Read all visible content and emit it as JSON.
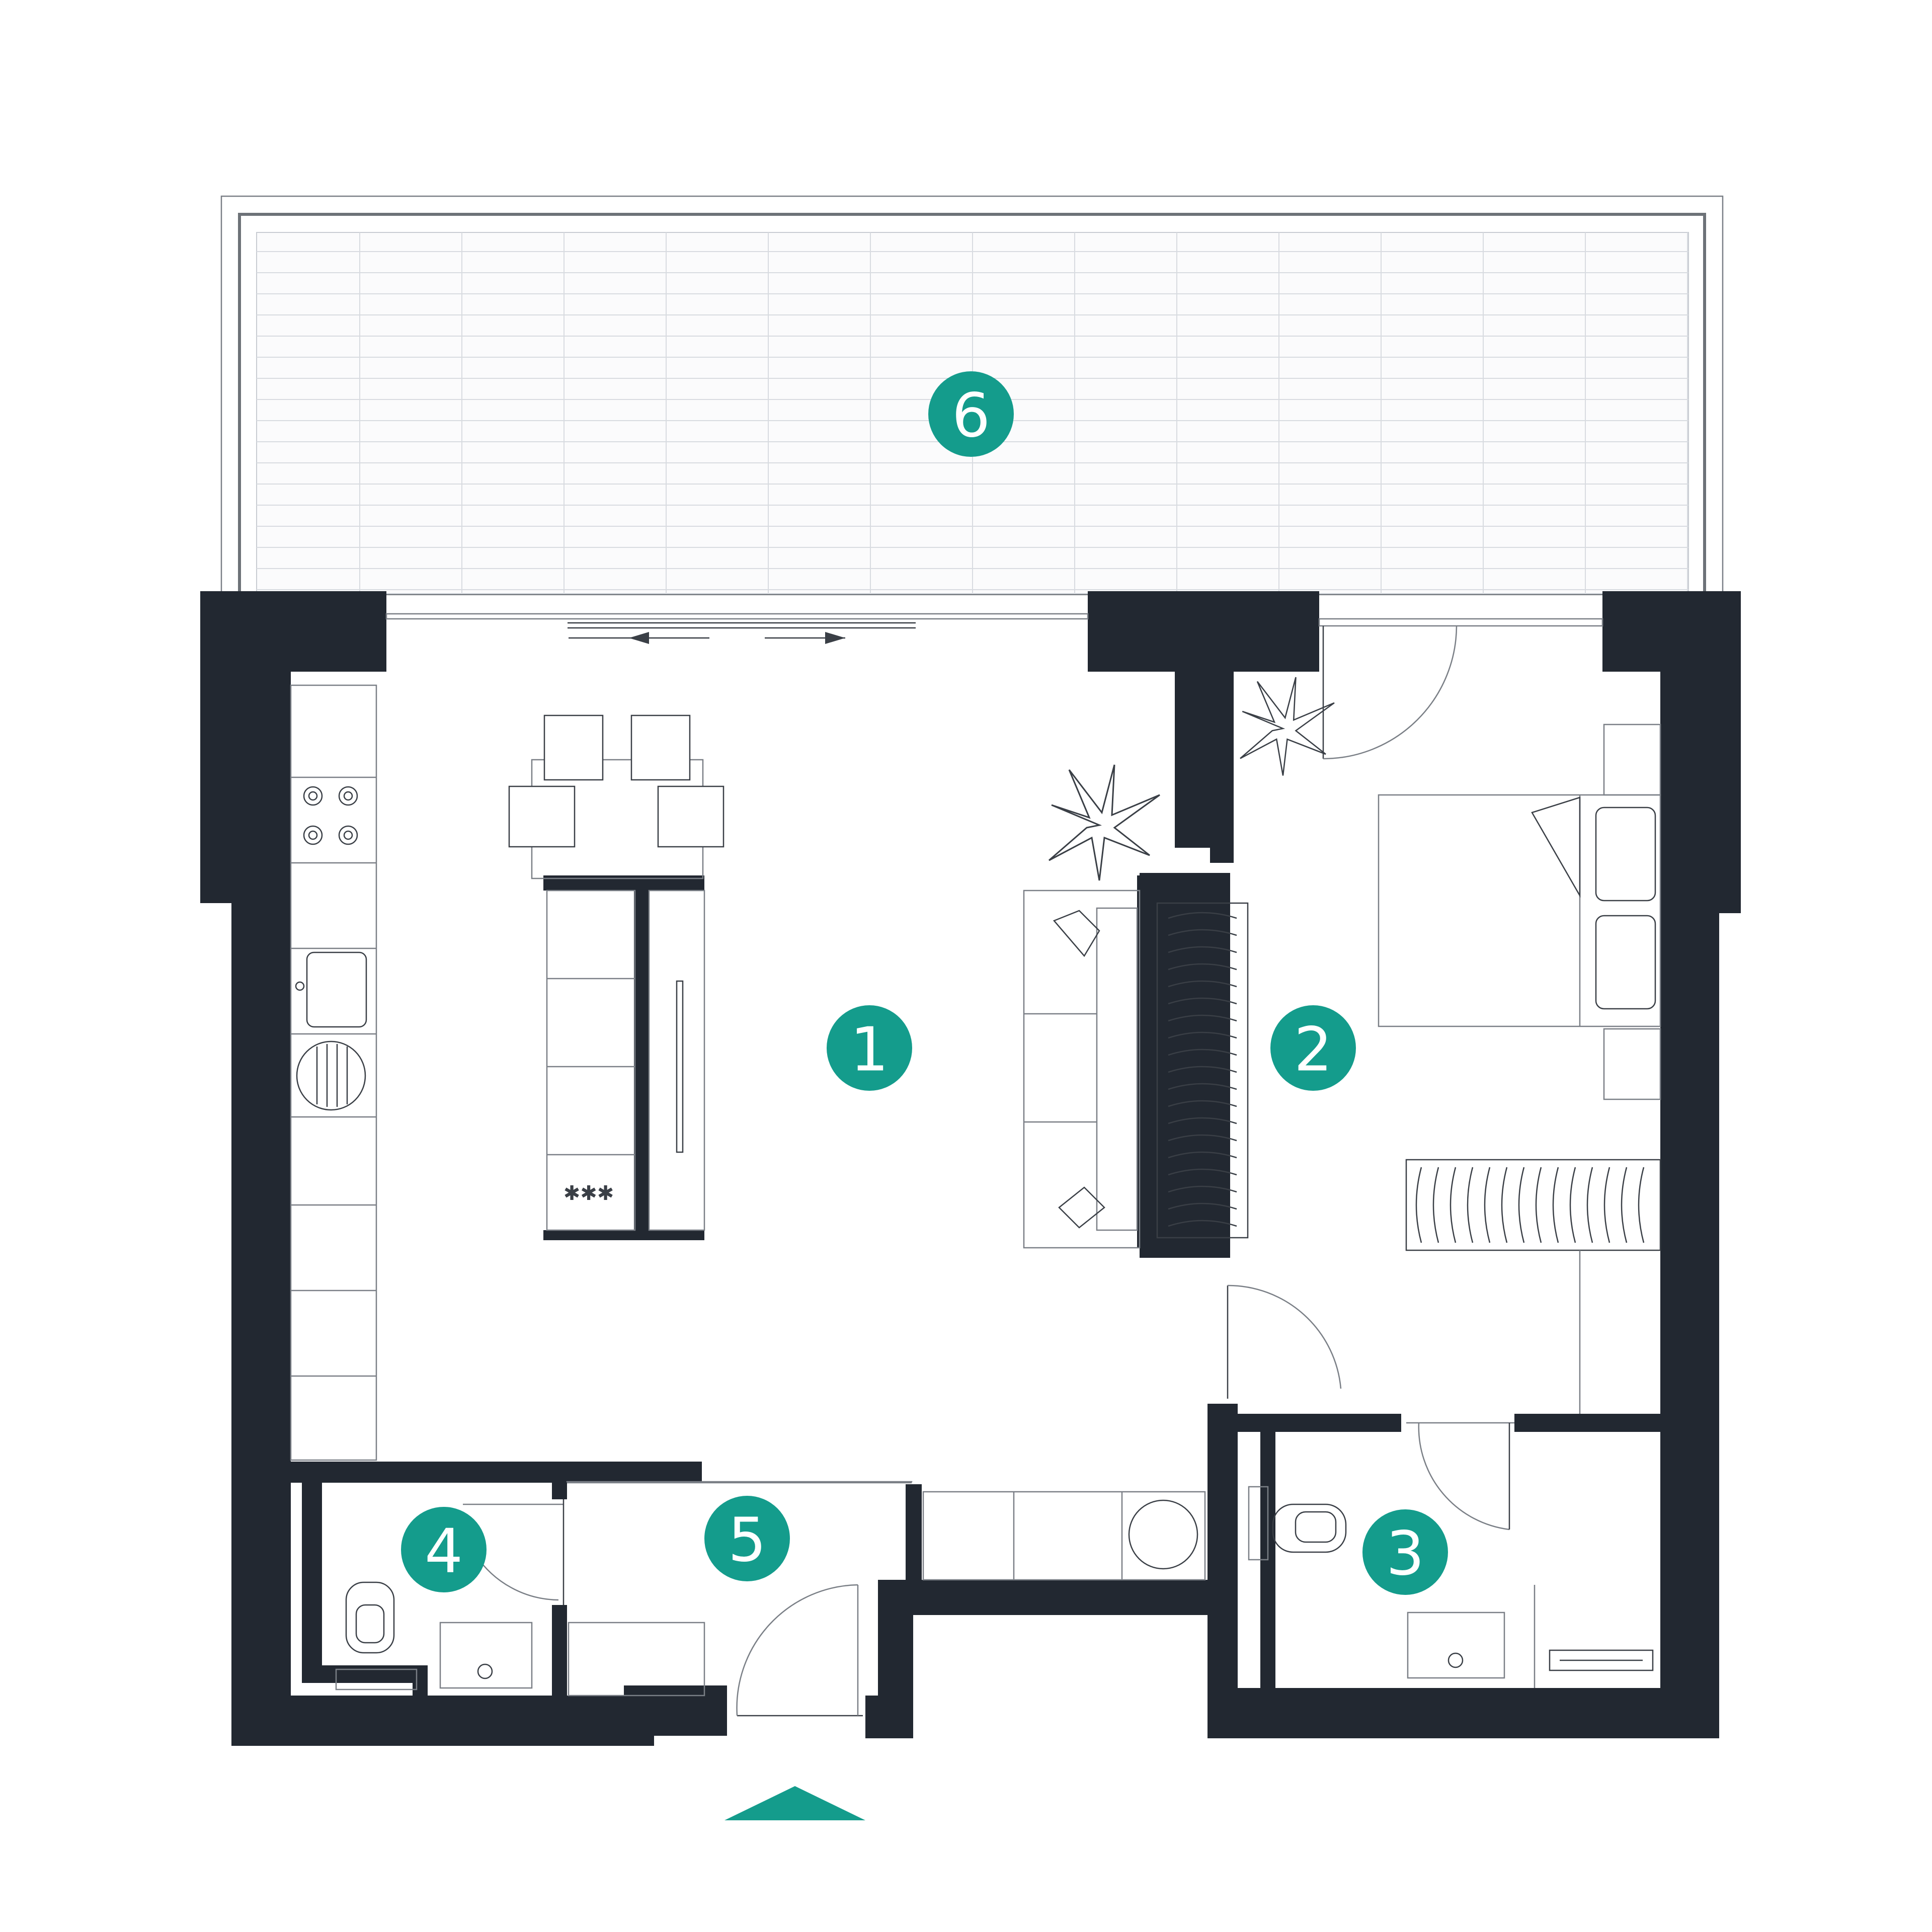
{
  "plan": {
    "colors": {
      "wall": "#222831",
      "accent": "#149c8c",
      "line": "#7a7f86",
      "balcony_grid": "#d8dbe0"
    },
    "room_markers": [
      {
        "id": "living-kitchen",
        "label": "1"
      },
      {
        "id": "bedroom",
        "label": "2"
      },
      {
        "id": "bathroom",
        "label": "3"
      },
      {
        "id": "wc",
        "label": "4"
      },
      {
        "id": "hallway",
        "label": "5"
      },
      {
        "id": "balcony",
        "label": "6"
      }
    ],
    "icons": [
      "entrance-arrow-icon",
      "plant-icon",
      "stove-icon",
      "sink-icon",
      "toilet-icon",
      "shower-drain-icon",
      "sliding-arrow-icon"
    ]
  }
}
